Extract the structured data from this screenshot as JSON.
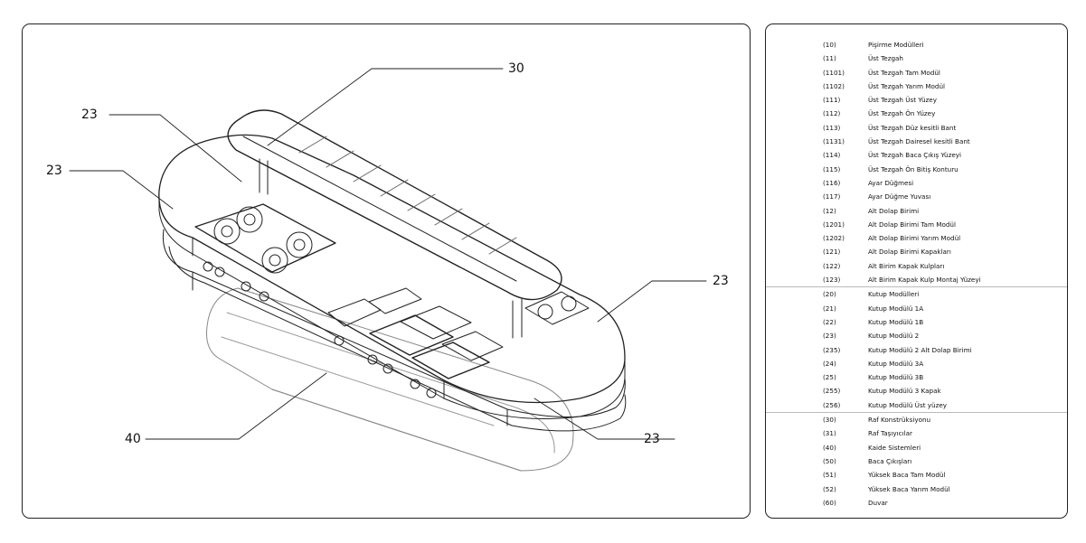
{
  "drawing": {
    "callouts": [
      {
        "id": "c30",
        "label": "30"
      },
      {
        "id": "c23a",
        "label": "23"
      },
      {
        "id": "c23b",
        "label": "23"
      },
      {
        "id": "c23c",
        "label": "23"
      },
      {
        "id": "c23d",
        "label": "23"
      },
      {
        "id": "c40",
        "label": "40"
      }
    ]
  },
  "legend": {
    "items": [
      {
        "code": "(10)",
        "name": "Pişirme Modülleri"
      },
      {
        "code": "(11)",
        "name": "Üst Tezgah"
      },
      {
        "code": "(1101)",
        "name": "Üst Tezgah Tam Modül"
      },
      {
        "code": "(1102)",
        "name": "Üst Tezgah Yarım Modül"
      },
      {
        "code": "(111)",
        "name": "Üst Tezgah Üst Yüzey"
      },
      {
        "code": "(112)",
        "name": "Üst Tezgah Ön Yüzey"
      },
      {
        "code": "(113)",
        "name": "Üst Tezgah Düz kesitli Bant"
      },
      {
        "code": "(1131)",
        "name": "Üst Tezgah Dairesel kesitli Bant"
      },
      {
        "code": "(114)",
        "name": "Üst Tezgah Baca Çıkış Yüzeyi"
      },
      {
        "code": "(115)",
        "name": "Üst Tezgah Ön Bitiş Konturu"
      },
      {
        "code": "(116)",
        "name": "Ayar Düğmesi"
      },
      {
        "code": "(117)",
        "name": "Ayar Düğme Yuvası"
      },
      {
        "code": "(12)",
        "name": "Alt Dolap Birimi"
      },
      {
        "code": "(1201)",
        "name": "Alt Dolap Birimi Tam Modül"
      },
      {
        "code": "(1202)",
        "name": "Alt Dolap Birimi Yarım Modül"
      },
      {
        "code": "(121)",
        "name": "Alt Dolap Birimi Kapakları"
      },
      {
        "code": "(122)",
        "name": "Alt Birim Kapak Kulpları"
      },
      {
        "code": "(123)",
        "name": "Alt Birim Kapak Kulp Montaj Yüzeyi"
      },
      {
        "code": "(20)",
        "name": "Kutup Modülleri"
      },
      {
        "code": "(21)",
        "name": "Kutup Modülü 1A"
      },
      {
        "code": "(22)",
        "name": "Kutup Modülü 1B"
      },
      {
        "code": "(23)",
        "name": "Kutup Modülü 2"
      },
      {
        "code": "(235)",
        "name": "Kutup Modülü 2 Alt Dolap Birimi"
      },
      {
        "code": "(24)",
        "name": "Kutup Modülü 3A"
      },
      {
        "code": "(25)",
        "name": "Kutup Modülü 3B"
      },
      {
        "code": "(255)",
        "name": "Kutup Modülü 3 Kapak"
      },
      {
        "code": "(256)",
        "name": "Kutup Modülü Üst yüzey"
      },
      {
        "code": "(30)",
        "name": "Raf Konstrüksiyonu"
      },
      {
        "code": "(31)",
        "name": "Raf Taşıyıcılar"
      },
      {
        "code": "(40)",
        "name": "Kaide Sistemleri"
      },
      {
        "code": "(50)",
        "name": "Baca Çıkışları"
      },
      {
        "code": "(51)",
        "name": "Yüksek Baca Tam Modül"
      },
      {
        "code": "(52)",
        "name": "Yüksek Baca Yarım Modül"
      },
      {
        "code": "(60)",
        "name": "Duvar"
      }
    ]
  }
}
